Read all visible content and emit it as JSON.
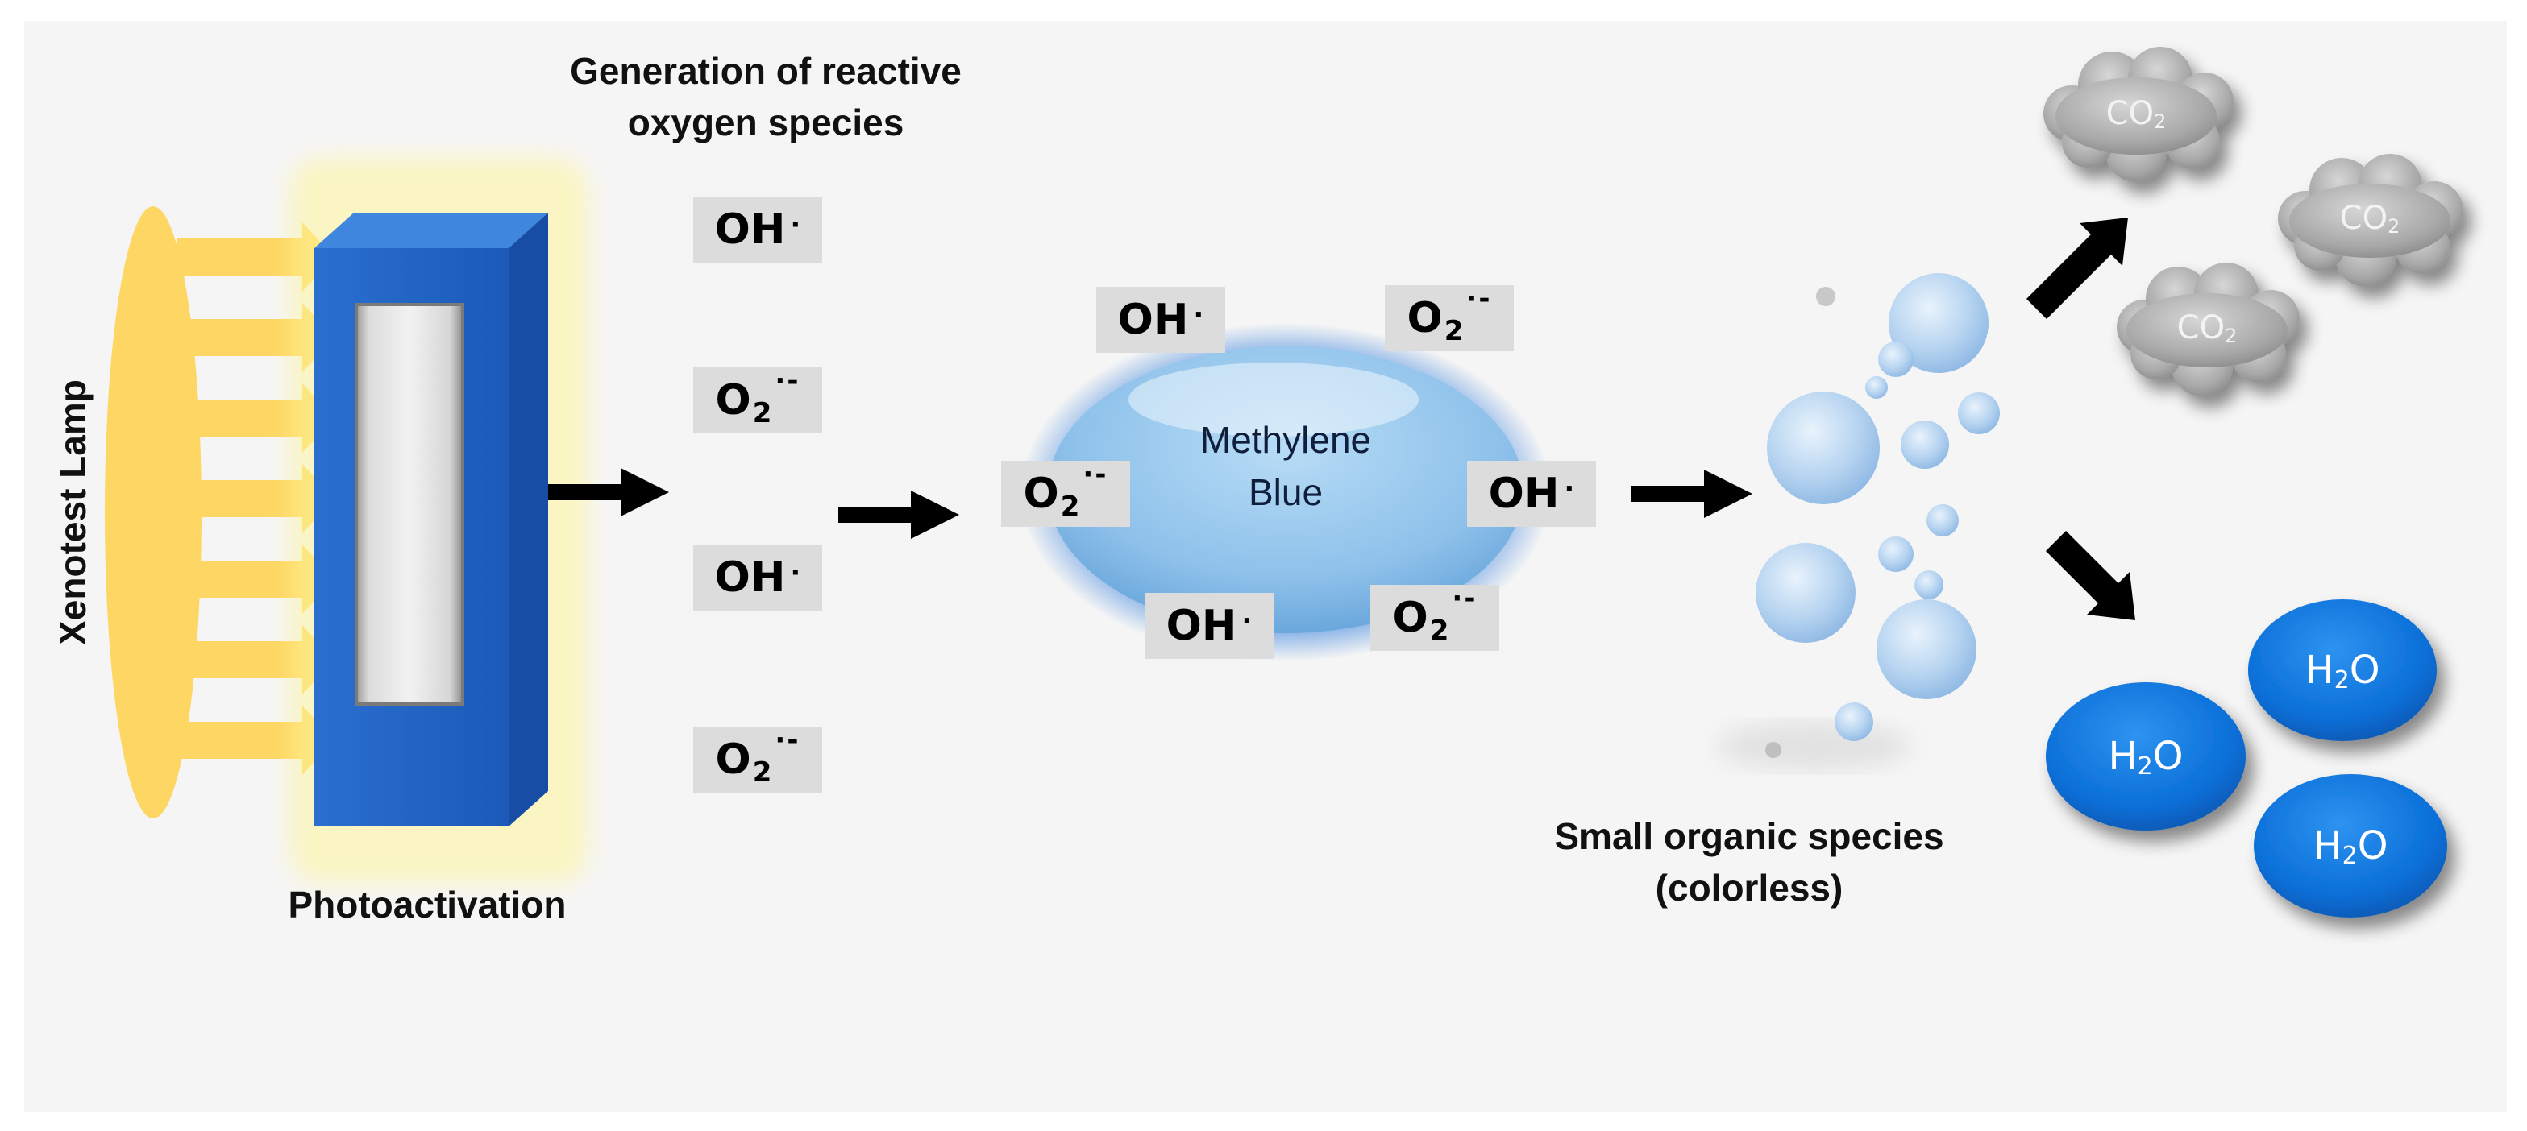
{
  "labels": {
    "lamp": "Xenotest Lamp",
    "photoactivation": "Photoactivation",
    "generation_line1": "Generation of reactive",
    "generation_line2": "oxygen species",
    "methylene_line1": "Methylene",
    "methylene_line2": "Blue",
    "small_organic_line1": "Small organic species",
    "small_organic_line2": "(colorless)"
  },
  "radicals": {
    "oh_base": "OH",
    "oh_dot": "·",
    "o2_base": "O",
    "o2_sub": "2",
    "o2_sup": "·-"
  },
  "products": {
    "co2_base": "CO",
    "co2_sub": "2",
    "h2o_pre": "H",
    "h2o_sub": "2",
    "h2o_post": "O"
  },
  "colors": {
    "panel_background": "#f5f5f5",
    "lamp_yellow": "#fdd663",
    "glass_blue": "#1f63c6",
    "methylene_blue": "#8fc3ea",
    "water_blue": "#0a6fd8",
    "cloud_gray": "#a9a9a9",
    "bubble_blue": "#b7d5f1",
    "radical_tile": "#dcdcdc"
  }
}
